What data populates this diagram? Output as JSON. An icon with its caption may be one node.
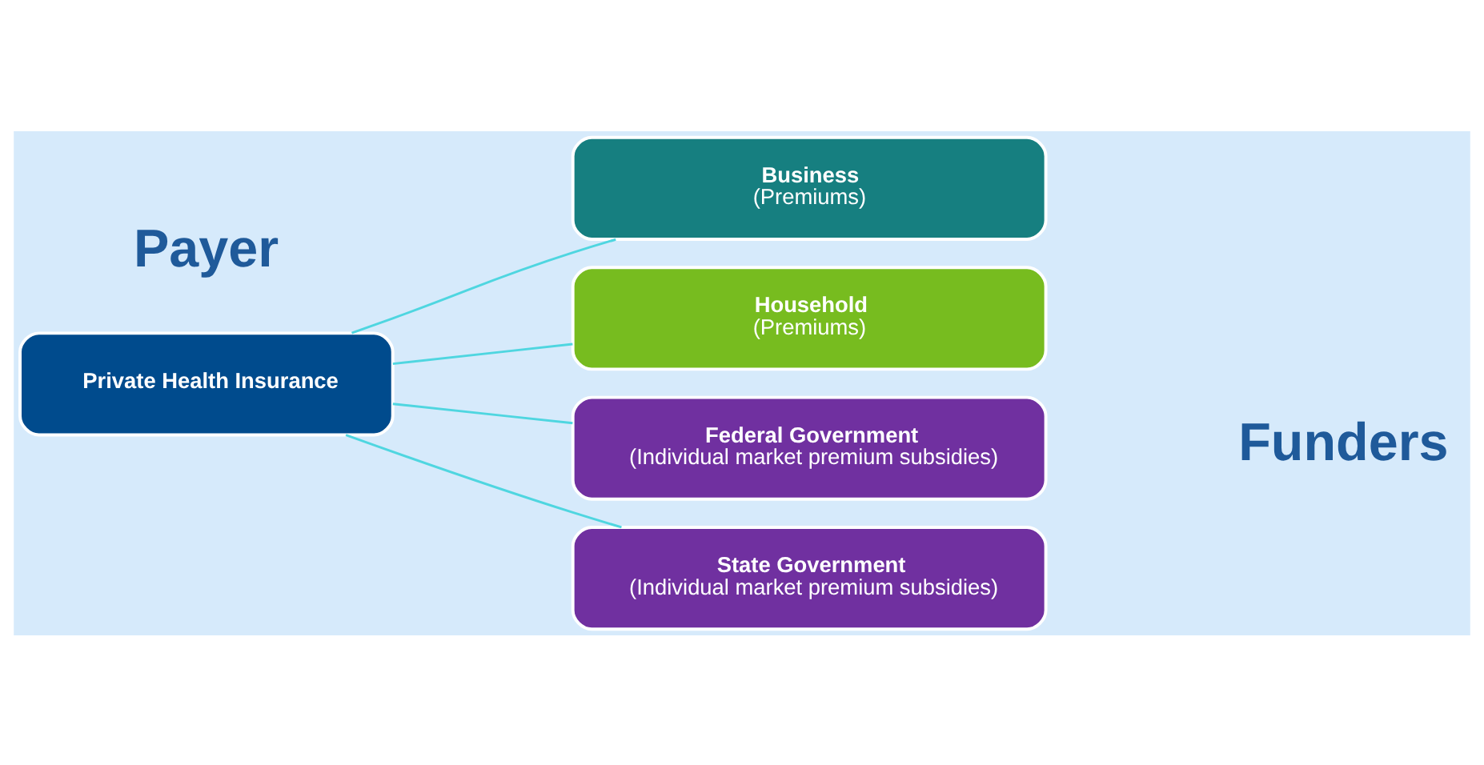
{
  "diagram": {
    "nodes": [
      {
        "text": [
          "Private Health Insurance"
        ]
      },
      {
        "text": [
          "Business",
          "(Premiums)"
        ]
      },
      {
        "text": [
          "Household",
          "(Premiums)"
        ]
      },
      {
        "text": [
          "Federal Government",
          "(Individual market premium subsidies)"
        ]
      },
      {
        "text": [
          "State Government",
          "(Individual market premium subsidies)"
        ]
      }
    ],
    "edges": [
      {
        "from": 0,
        "to": 1,
        "arrow": "none"
      },
      {
        "from": 0,
        "to": 2,
        "arrow": "none"
      },
      {
        "from": 0,
        "to": 3,
        "arrow": "none"
      },
      {
        "from": 0,
        "to": 4,
        "arrow": "none"
      }
    ],
    "labels": [
      "Payer",
      "Funders"
    ]
  }
}
